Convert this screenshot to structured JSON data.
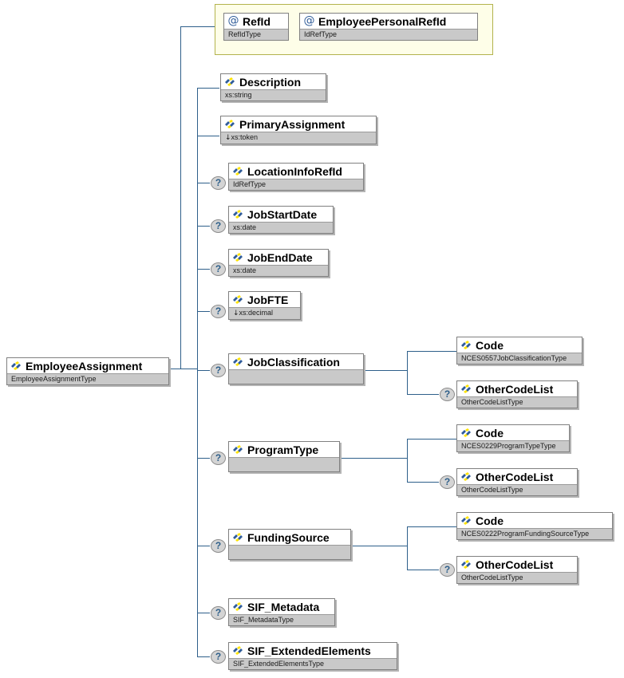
{
  "diagram": {
    "kind": "xml-schema-tree",
    "root": {
      "name": "EmployeeAssignment",
      "type": "EmployeeAssignmentType",
      "icon": "element-icon",
      "optional": false
    },
    "attribute_group": {
      "attributes": [
        {
          "name": "RefId",
          "type": "RefIdType",
          "icon": "attribute-icon",
          "optional": false
        },
        {
          "name": "EmployeePersonalRefId",
          "type": "IdRefType",
          "icon": "attribute-icon",
          "optional": false
        }
      ]
    },
    "children": [
      {
        "name": "Description",
        "type": "xs:string",
        "icon": "element-icon",
        "optional": false,
        "derived": false
      },
      {
        "name": "PrimaryAssignment",
        "type": "xs:token",
        "icon": "element-icon",
        "optional": false,
        "derived": true
      },
      {
        "name": "LocationInfoRefId",
        "type": "IdRefType",
        "icon": "element-icon",
        "optional": true,
        "derived": false
      },
      {
        "name": "JobStartDate",
        "type": "xs:date",
        "icon": "element-icon",
        "optional": true,
        "derived": false
      },
      {
        "name": "JobEndDate",
        "type": "xs:date",
        "icon": "element-icon",
        "optional": true,
        "derived": false
      },
      {
        "name": "JobFTE",
        "type": "xs:decimal",
        "icon": "element-icon",
        "optional": true,
        "derived": true
      },
      {
        "name": "JobClassification",
        "type": "",
        "icon": "element-icon",
        "optional": true,
        "derived": false,
        "children": [
          {
            "name": "Code",
            "type": "NCES0557JobClassificationType",
            "icon": "element-icon",
            "optional": false
          },
          {
            "name": "OtherCodeList",
            "type": "OtherCodeListType",
            "icon": "element-icon",
            "optional": true
          }
        ]
      },
      {
        "name": "ProgramType",
        "type": "",
        "icon": "element-icon",
        "optional": true,
        "derived": false,
        "children": [
          {
            "name": "Code",
            "type": "NCES0229ProgramTypeType",
            "icon": "element-icon",
            "optional": false
          },
          {
            "name": "OtherCodeList",
            "type": "OtherCodeListType",
            "icon": "element-icon",
            "optional": true
          }
        ]
      },
      {
        "name": "FundingSource",
        "type": "",
        "icon": "element-icon",
        "optional": true,
        "derived": false,
        "children": [
          {
            "name": "Code",
            "type": "NCES0222ProgramFundingSourceType",
            "icon": "element-icon",
            "optional": false
          },
          {
            "name": "OtherCodeList",
            "type": "OtherCodeListType",
            "icon": "element-icon",
            "optional": true
          }
        ]
      },
      {
        "name": "SIF_Metadata",
        "type": "SIF_MetadataType",
        "icon": "element-icon",
        "optional": true,
        "derived": false
      },
      {
        "name": "SIF_ExtendedElements",
        "type": "SIF_ExtendedElementsType",
        "icon": "element-icon",
        "optional": true,
        "derived": false
      }
    ]
  },
  "markers": {
    "optional_glyph": "?",
    "attribute_glyph": "@",
    "derived_glyph": "↓"
  },
  "colors": {
    "line": "#2e5f8a",
    "node_border": "#808080",
    "typebar_bg": "#c9c9c9",
    "attr_group_bg": "#fefee8",
    "attr_group_border": "#b3b34d",
    "optional_bg": "#d4d4d4",
    "icon_blue": "#2f5c99",
    "icon_yellow": "#ffe400",
    "page_bg": "#ffffff"
  }
}
